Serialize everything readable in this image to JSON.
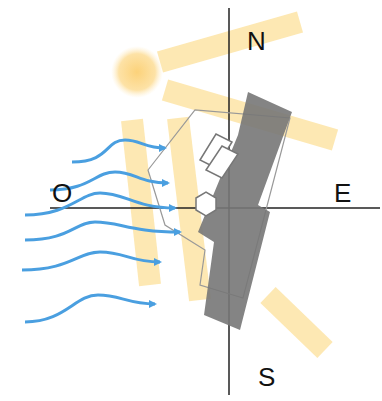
{
  "diagram": {
    "labels": [
      "N",
      "O",
      "E",
      "S"
    ]
  }
}
